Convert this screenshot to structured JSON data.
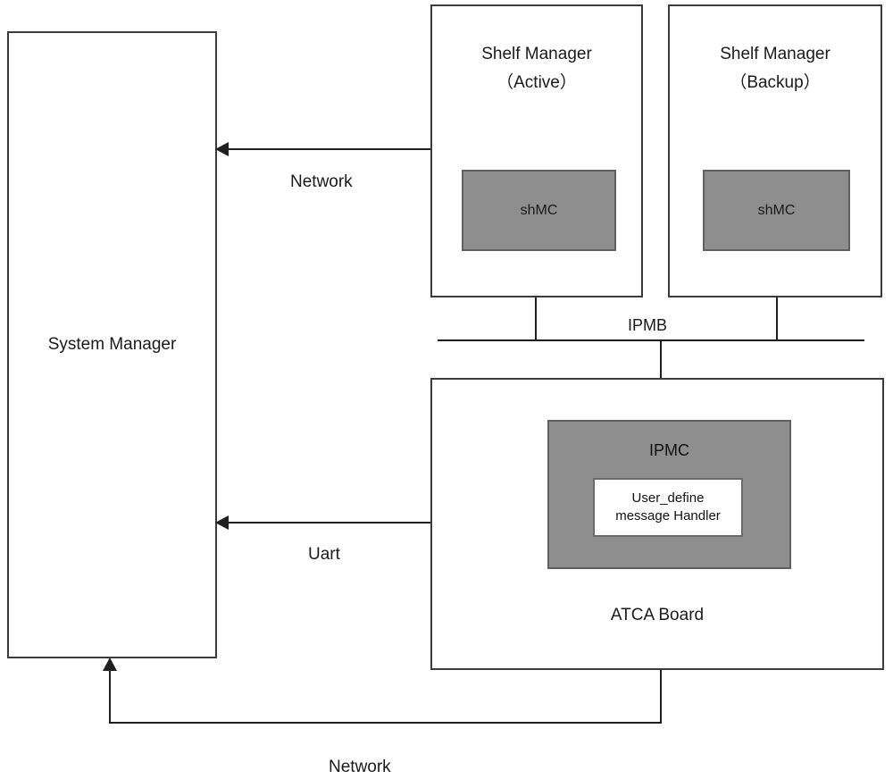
{
  "diagram": {
    "system_manager": {
      "label": "System Manager"
    },
    "shelf_manager_active": {
      "title": "Shelf Manager",
      "subtitle": "（Active）",
      "shmc_label": "shMC"
    },
    "shelf_manager_backup": {
      "title": "Shelf Manager",
      "subtitle": "（Backup）",
      "shmc_label": "shMC"
    },
    "ipmb_bus": {
      "label": "IPMB"
    },
    "atca_board": {
      "label": "ATCA Board",
      "ipmc": {
        "label": "IPMC",
        "handler_line1": "User_define",
        "handler_line2": "message Handler"
      }
    },
    "links": {
      "network_top_label": "Network",
      "uart_label": "Uart",
      "network_bottom_label": "Network"
    },
    "colors": {
      "box_border": "#3c3c3c",
      "gray_fill": "#8e8e8e",
      "gray_border": "#606060",
      "line": "#1f1f1f",
      "background": "#ffffff",
      "text": "#1a1a1a"
    }
  }
}
